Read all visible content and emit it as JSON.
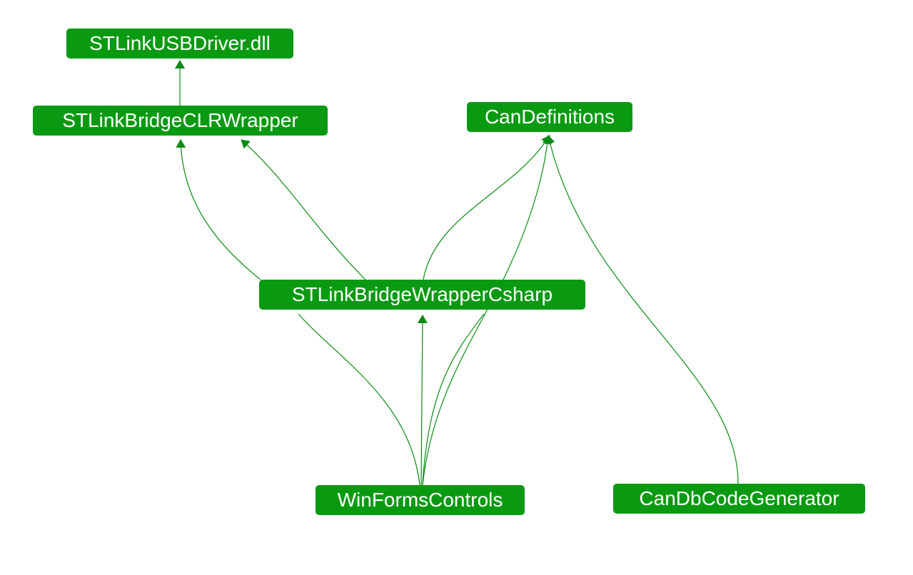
{
  "colors": {
    "node_fill": "#0a9a12",
    "node_text": "#ffffff",
    "edge": "#0b8a14",
    "background": "#ffffff"
  },
  "nodes": {
    "stlink_usb_driver": "STLinkUSBDriver.dll",
    "stlink_bridge_clr_wrapper": "STLinkBridgeCLRWrapper",
    "can_definitions": "CanDefinitions",
    "stlink_bridge_wrapper_csharp": "STLinkBridgeWrapperCsharp",
    "win_forms_controls": "WinFormsControls",
    "can_db_code_generator": "CanDbCodeGenerator"
  },
  "edges": [
    {
      "from": "stlink_bridge_clr_wrapper",
      "to": "stlink_usb_driver"
    },
    {
      "from": "stlink_bridge_wrapper_csharp",
      "to": "stlink_bridge_clr_wrapper"
    },
    {
      "from": "stlink_bridge_wrapper_csharp",
      "to": "can_definitions"
    },
    {
      "from": "win_forms_controls",
      "to": "stlink_bridge_wrapper_csharp"
    },
    {
      "from": "win_forms_controls",
      "to": "stlink_bridge_clr_wrapper"
    },
    {
      "from": "win_forms_controls",
      "to": "can_definitions"
    },
    {
      "from": "can_db_code_generator",
      "to": "can_definitions"
    }
  ]
}
